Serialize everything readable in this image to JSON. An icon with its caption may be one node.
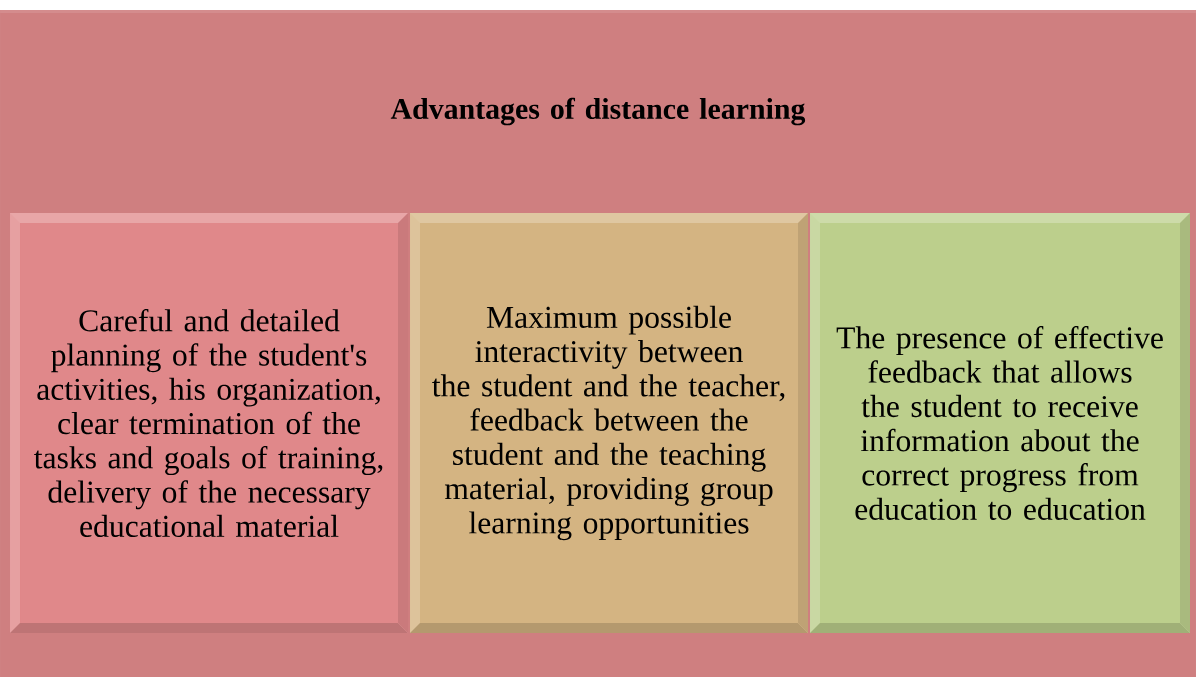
{
  "diagram": {
    "nodes": [
      {
        "text": [
          "Advantages of distance learning"
        ]
      },
      {
        "text": [
          "Careful and detailed planning of the student's activities, his organization, clear termination of the tasks and goals of training, delivery of the necessary educational material"
        ],
        "in": 0
      },
      {
        "text": [
          "Maximum possible interactivity between the student and the teacher, feedback between the student and the teaching material, providing group learning opportunities"
        ],
        "in": 0
      },
      {
        "text": [
          "The presence of effective feedback that allows the student to receive information about the correct progress from education to education"
        ],
        "in": 0
      }
    ]
  }
}
